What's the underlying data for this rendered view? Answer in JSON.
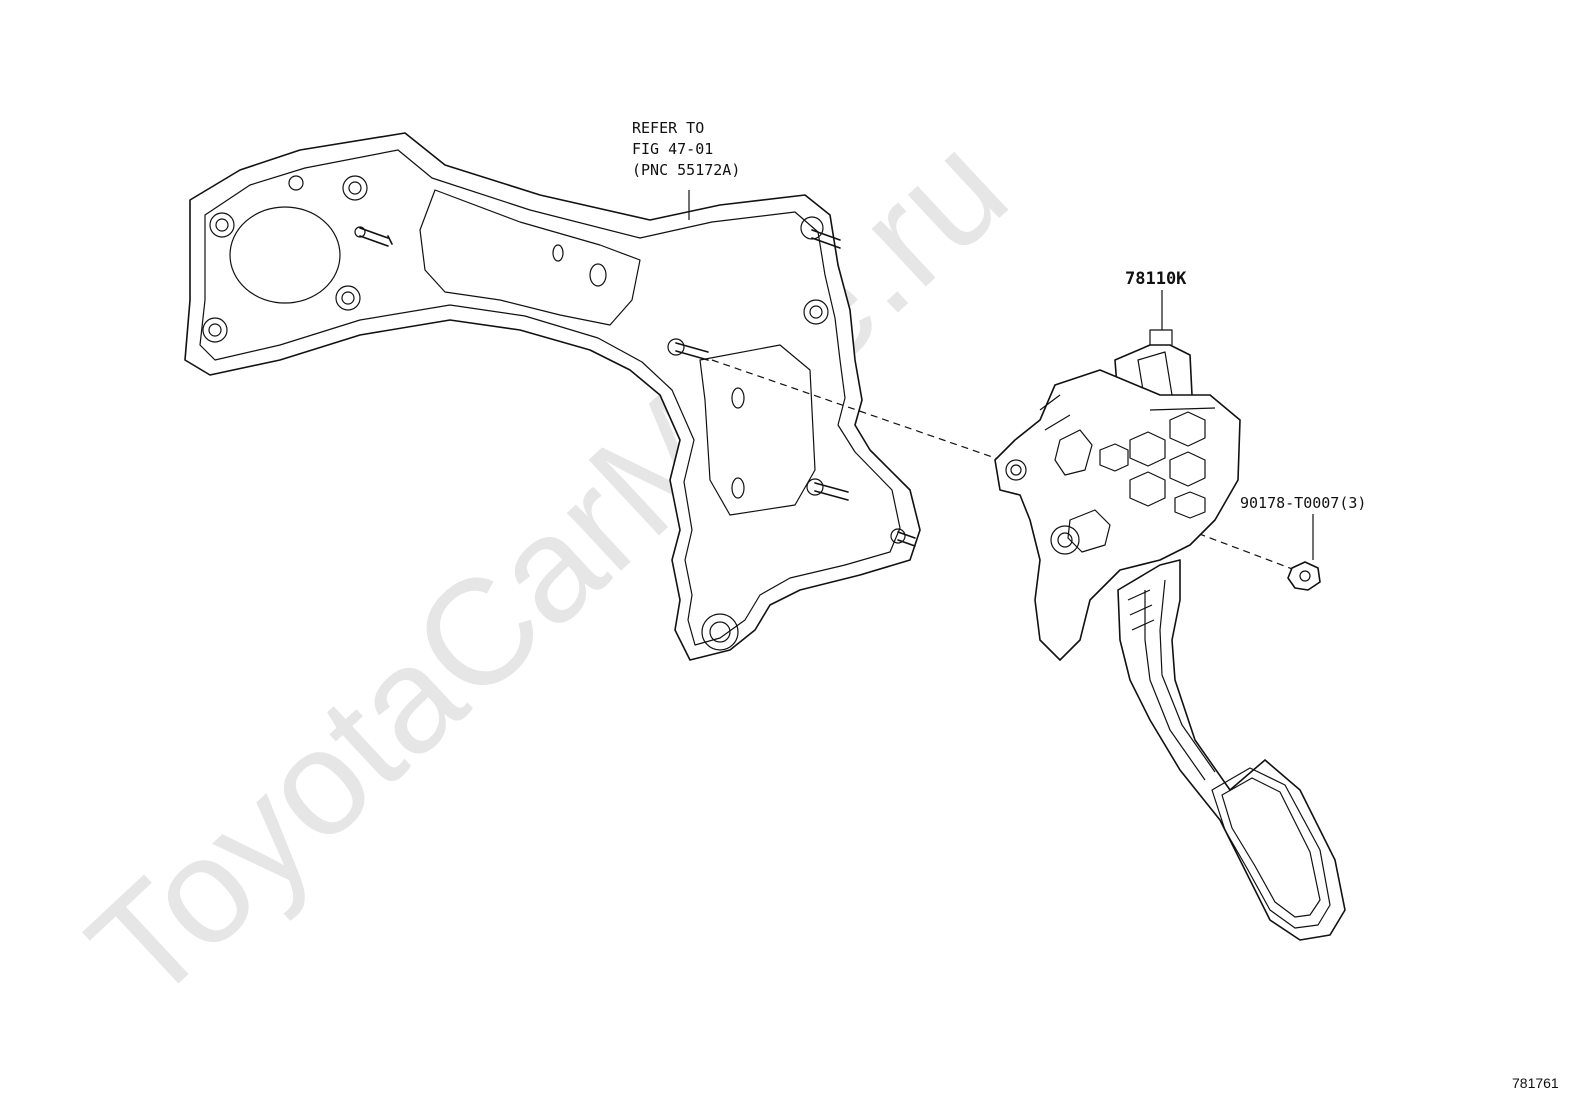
{
  "watermark": "ToyotaCarMine.ru",
  "labels": {
    "bracket_ref_line1": "REFER TO",
    "bracket_ref_line2": "FIG 47-01",
    "bracket_ref_line3": "(PNC 55172A)",
    "pedal_part_number": "78110K",
    "nut_part_number": "90178-T0007(3)"
  },
  "figure_id": "781761"
}
